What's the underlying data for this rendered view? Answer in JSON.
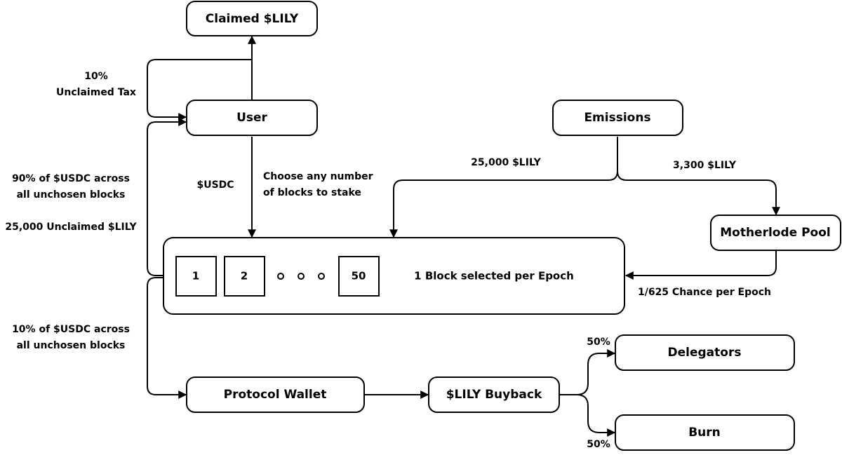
{
  "nodes": {
    "claimed": "Claimed $LILY",
    "user": "User",
    "emissions": "Emissions",
    "motherlode": "Motherlode Pool",
    "protocol_wallet": "Protocol Wallet",
    "buyback": "$LILY Buyback",
    "delegators": "Delegators",
    "burn": "Burn"
  },
  "blocks": {
    "items": [
      "1",
      "2",
      "50"
    ],
    "selected_text": "1 Block selected per Epoch"
  },
  "labels": {
    "tax_pct": "10%",
    "tax_text": "Unclaimed Tax",
    "usdc": "$USDC",
    "choose_line1": "Choose any number",
    "choose_line2": "of blocks to stake",
    "usdc90_line1": "90% of $USDC across",
    "usdc90_line2": "all unchosen blocks",
    "unclaimed_lily": "25,000 Unclaimed $LILY",
    "usdc10_line1": "10% of $USDC across",
    "usdc10_line2": "all unchosen blocks",
    "emission_left": "25,000 $LILY",
    "emission_right": "3,300 $LILY",
    "chance": "1/625 Chance per Epoch",
    "split_top": "50%",
    "split_bottom": "50%"
  },
  "colors": {
    "stroke": "#000000",
    "background": "#ffffff"
  }
}
